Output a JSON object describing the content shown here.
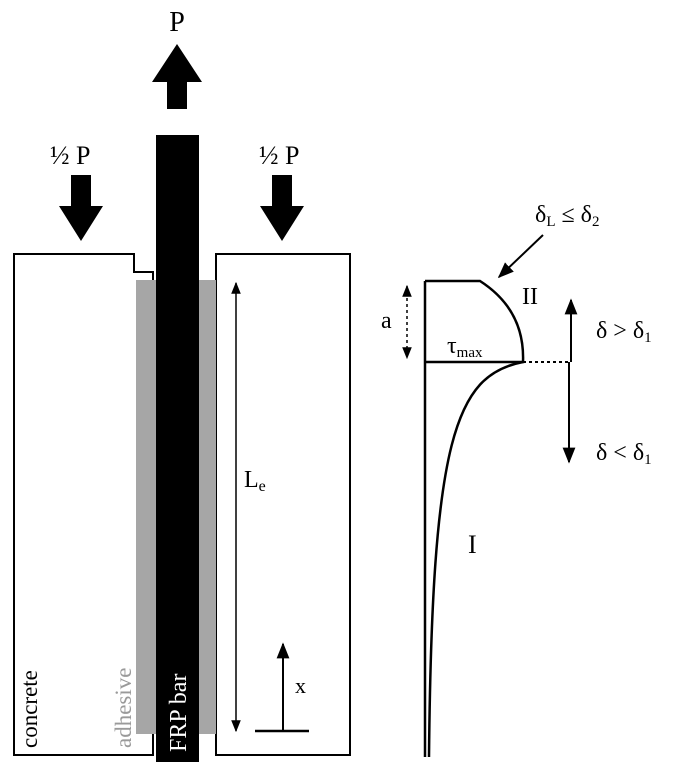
{
  "labels": {
    "load_p": "P",
    "half_p_left": "½ P",
    "half_p_right": "½ P",
    "delta_l_cond": {
      "main": "δ",
      "sub_l": "L",
      "op": " ≤ δ",
      "sub_2": "2"
    },
    "a": "a",
    "region_ii": "II",
    "tau_max": {
      "main": "τ",
      "sub": "max"
    },
    "delta_gt": {
      "main": "δ > δ",
      "sub": "1"
    },
    "delta_lt": {
      "main": "δ < δ",
      "sub": "1"
    },
    "le": {
      "main": "L",
      "sub": "e"
    },
    "region_i": "I",
    "x": "x",
    "concrete": "concrete",
    "adhesive": "adhesive",
    "frp_bar": "FRP bar"
  },
  "colors": {
    "concrete_stroke": "#000000",
    "adhesive_fill": "#a6a6a6",
    "frp_fill": "#000000",
    "adhesive_text": "#9a9a9a"
  }
}
